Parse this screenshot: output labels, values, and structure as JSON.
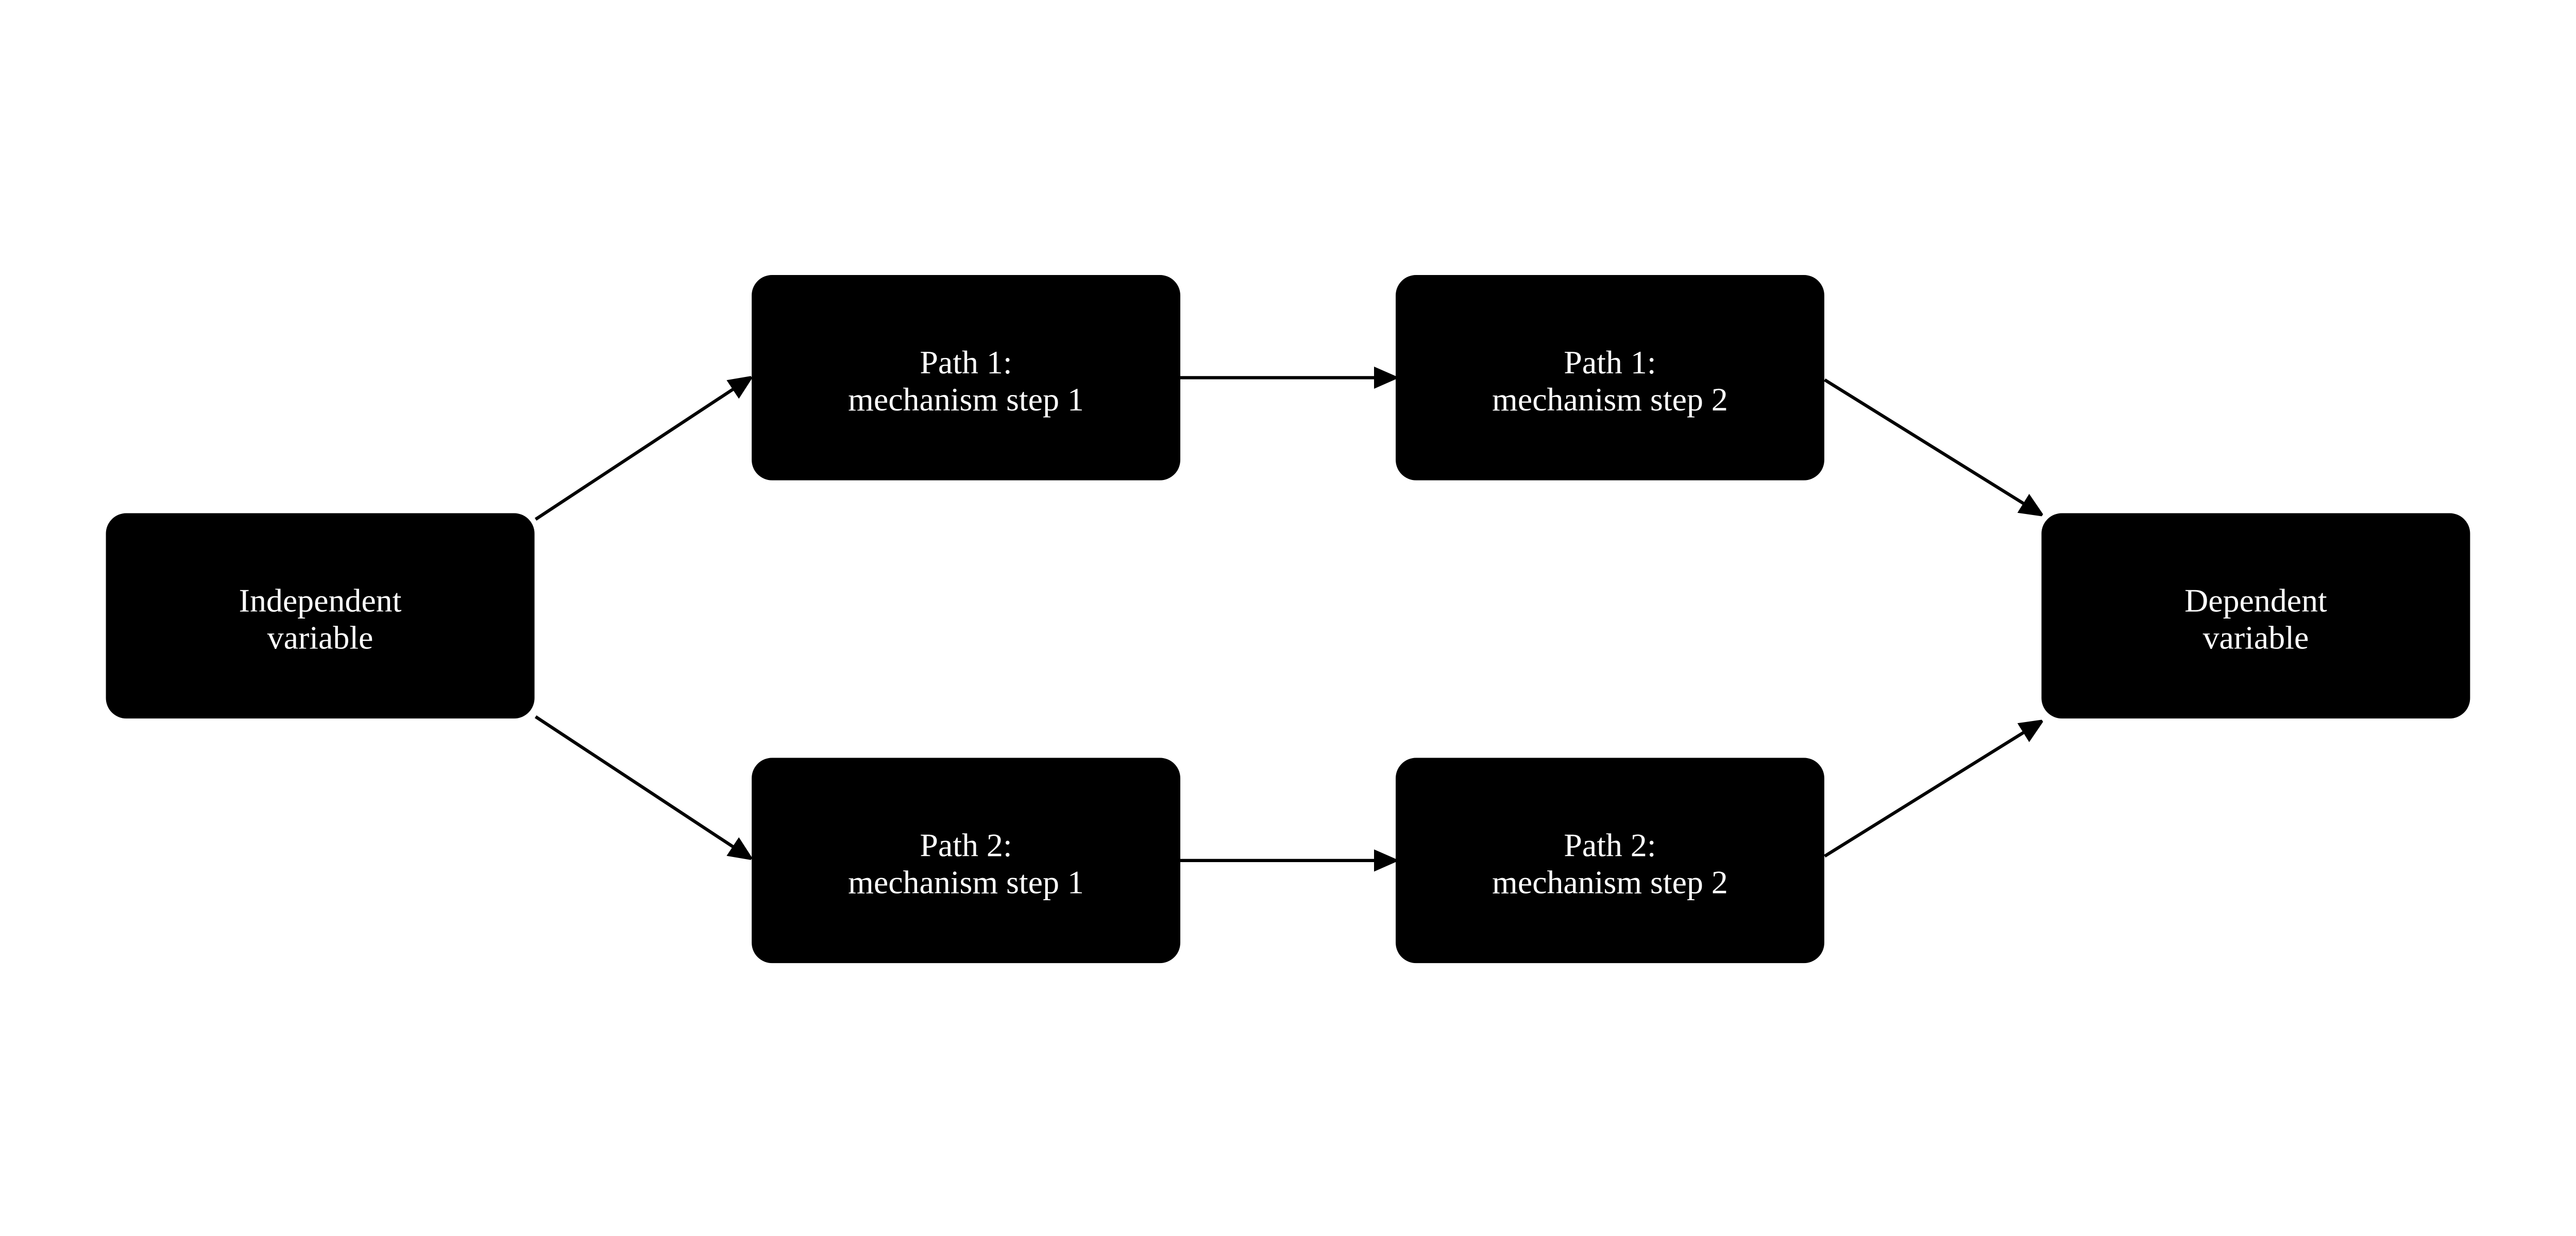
{
  "diagram": {
    "colors": {
      "background": "#ffffff",
      "node_fill": "#000000",
      "node_text": "#ffffff",
      "edge": "#000000"
    },
    "nodes": [
      {
        "id": "independent-variable",
        "label_line1": "Independent",
        "label_line2": "variable"
      },
      {
        "id": "path1-step1",
        "label_line1": "Path 1:",
        "label_line2": "mechanism step 1"
      },
      {
        "id": "path1-step2",
        "label_line1": "Path 1:",
        "label_line2": "mechanism step 2"
      },
      {
        "id": "path2-step1",
        "label_line1": "Path 2:",
        "label_line2": "mechanism step 1"
      },
      {
        "id": "path2-step2",
        "label_line1": "Path 2:",
        "label_line2": "mechanism step 2"
      },
      {
        "id": "dependent-variable",
        "label_line1": "Dependent",
        "label_line2": "variable"
      }
    ],
    "edges": [
      {
        "from": "independent-variable",
        "to": "path1-step1"
      },
      {
        "from": "independent-variable",
        "to": "path2-step1"
      },
      {
        "from": "path1-step1",
        "to": "path1-step2"
      },
      {
        "from": "path2-step1",
        "to": "path2-step2"
      },
      {
        "from": "path1-step2",
        "to": "dependent-variable"
      },
      {
        "from": "path2-step2",
        "to": "dependent-variable"
      }
    ]
  }
}
